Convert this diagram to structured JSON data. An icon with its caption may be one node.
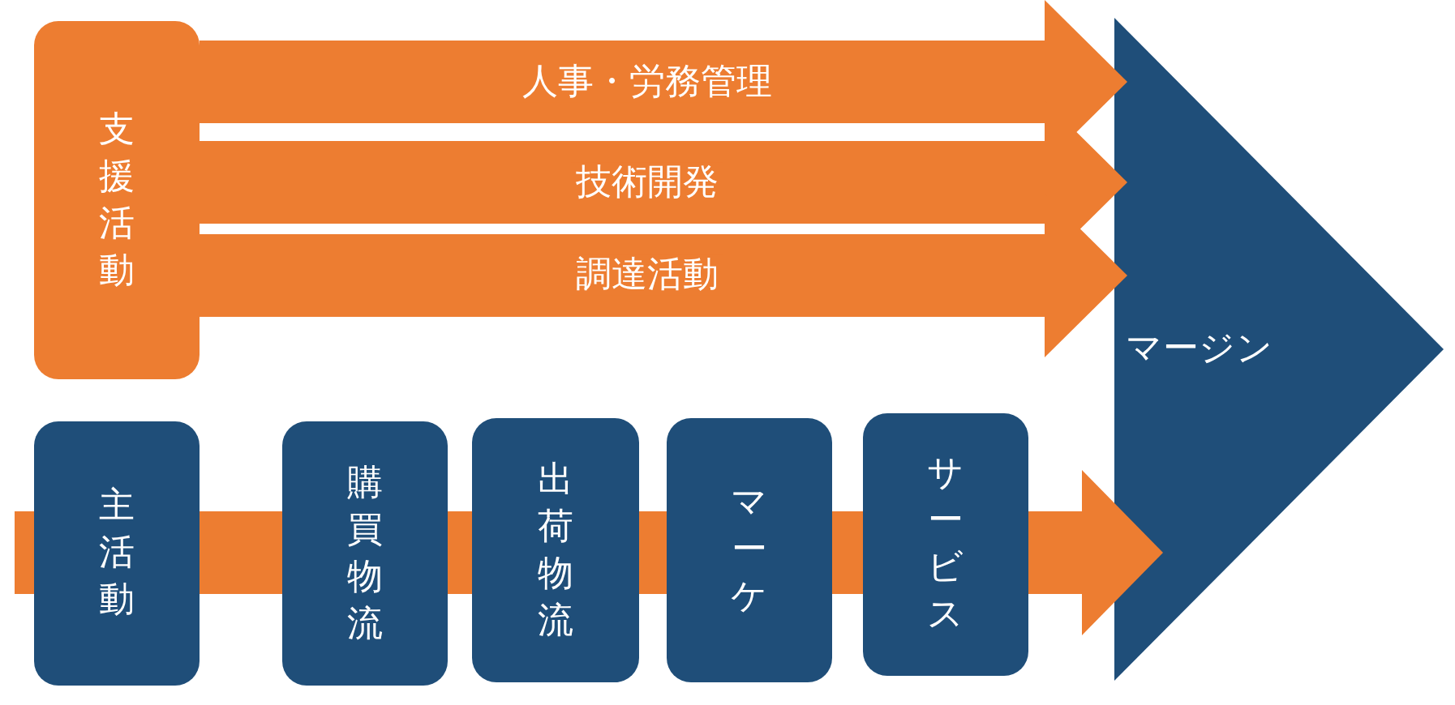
{
  "diagram": {
    "nodes": [
      {
        "text": [
          "支援活動"
        ]
      },
      {
        "text": [
          "マージン"
        ]
      },
      {
        "text": [
          "主活動"
        ]
      },
      {
        "text": [
          "購買物流"
        ]
      },
      {
        "text": [
          "出荷物流"
        ]
      },
      {
        "text": [
          "マーケ"
        ]
      },
      {
        "text": [
          "サービス"
        ]
      }
    ],
    "edges": [
      {
        "from": 0,
        "to": 1,
        "arrow": "to",
        "label": "人事・労務管理"
      },
      {
        "from": 0,
        "to": 1,
        "arrow": "to",
        "label": "技術開発"
      },
      {
        "from": 0,
        "to": 1,
        "arrow": "to",
        "label": "調達活動"
      },
      {
        "from": 2,
        "to": 3,
        "arrow": "none"
      },
      {
        "from": 3,
        "to": 4,
        "arrow": "none"
      },
      {
        "from": 4,
        "to": 5,
        "arrow": "none"
      },
      {
        "from": 5,
        "to": 6,
        "arrow": "none"
      },
      {
        "from": 6,
        "to": 1,
        "arrow": "to"
      }
    ]
  }
}
